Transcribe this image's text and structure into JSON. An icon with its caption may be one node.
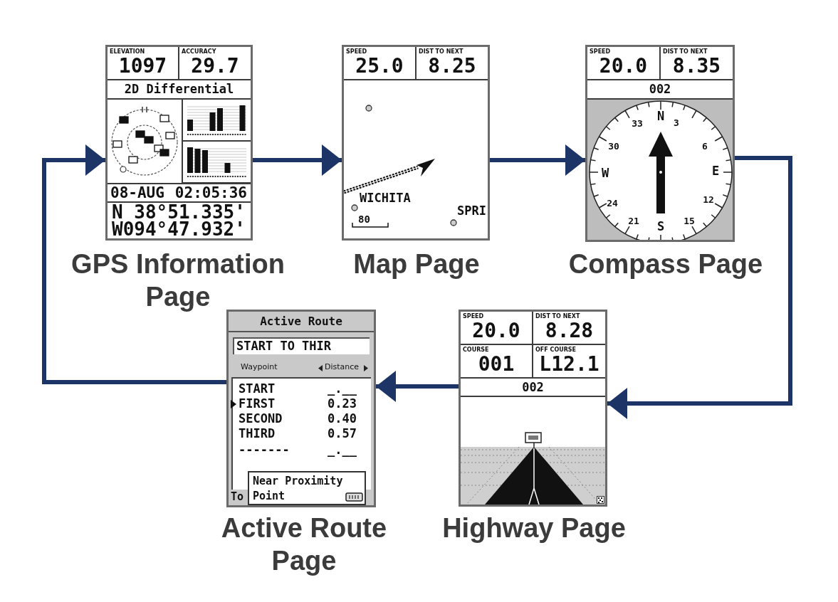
{
  "diagram": {
    "nodes": [
      {
        "text": [],
        "shape": "box",
        "beside": [
          "GPS Information Page"
        ]
      },
      {
        "text": [
          "ELEVATION",
          "1097"
        ],
        "in": 0
      },
      {
        "text": [
          "ACCURACY",
          "29.7"
        ],
        "in": 0
      },
      {
        "text": [
          "2D Differential"
        ],
        "in": 0
      },
      {
        "text": [
          "08-AUG",
          "02:05:36"
        ],
        "in": 0
      },
      {
        "text": [
          "N 38°51.335'",
          "W094°47.932'"
        ],
        "in": 0
      },
      {
        "text": [],
        "shape": "box",
        "beside": [
          "Map Page"
        ]
      },
      {
        "text": [
          "SPEED",
          "25.0"
        ],
        "in": 6
      },
      {
        "text": [
          "DIST TO NEXT",
          "8.25"
        ],
        "in": 6
      },
      {
        "text": [],
        "shape": "box",
        "beside": [
          "Compass Page"
        ]
      },
      {
        "text": [
          "SPEED",
          "20.0"
        ],
        "in": 9
      },
      {
        "text": [
          "DIST TO NEXT",
          "8.35"
        ],
        "in": 9
      },
      {
        "text": [
          "002"
        ],
        "in": 9
      },
      {
        "text": [],
        "shape": "box",
        "beside": [
          "Active Route Page"
        ]
      },
      {
        "text": [
          "Active Route"
        ],
        "in": 13
      },
      {
        "text": [
          "START TO THIR"
        ],
        "in": 13
      },
      {
        "text": [
          "Near Proximity Point"
        ],
        "in": 13
      },
      {
        "text": [],
        "shape": "box",
        "beside": [
          "Highway Page"
        ]
      },
      {
        "text": [
          "SPEED",
          "20.0"
        ],
        "in": 17
      },
      {
        "text": [
          "DIST TO NEXT",
          "8.28"
        ],
        "in": 17
      },
      {
        "text": [
          "COURSE",
          "001"
        ],
        "in": 17
      },
      {
        "text": [
          "OFF COURSE",
          "L12.1"
        ],
        "in": 17
      },
      {
        "text": [
          "002"
        ],
        "in": 17
      }
    ],
    "edges": [
      {
        "from": 0,
        "to": 6,
        "arrow": "to"
      },
      {
        "from": 6,
        "to": 9,
        "arrow": "to"
      },
      {
        "from": 9,
        "to": 17,
        "arrow": "to"
      },
      {
        "from": 17,
        "to": 13,
        "arrow": "to"
      },
      {
        "from": 13,
        "to": 0,
        "arrow": "to"
      }
    ],
    "labels": [
      "WICHITA",
      "SPRI",
      "80",
      "N",
      "33",
      "3",
      "30",
      "6",
      "W",
      "E",
      "24",
      "12",
      "21",
      "15",
      "S",
      "Waypoint",
      "Distance",
      "START",
      "_.__",
      "FIRST",
      "0.23",
      "SECOND",
      "0.40",
      "THIRD",
      "0.57",
      "-------",
      "_.__",
      "To"
    ]
  }
}
